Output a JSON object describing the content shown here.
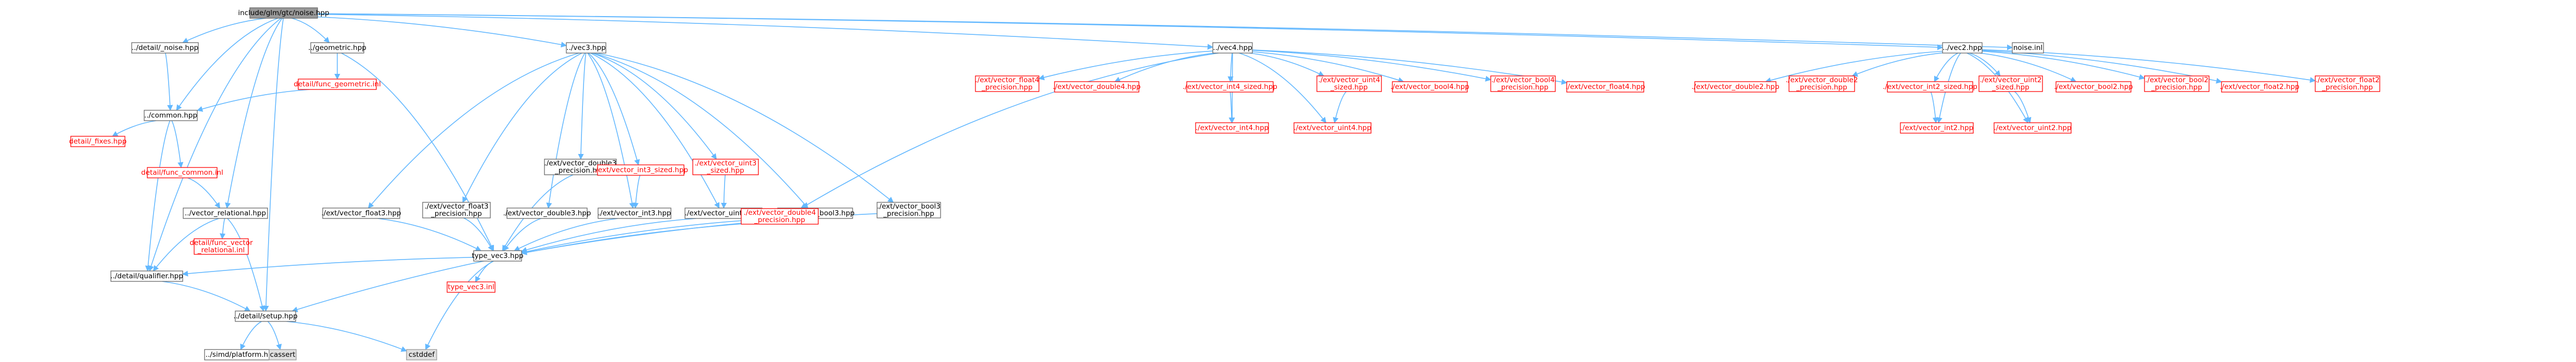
{
  "diagram": {
    "nodes": [
      {
        "id": "root",
        "lines": [
          "include/glm/gtc/noise.hpp"
        ],
        "style": "root"
      },
      {
        "id": "func_noise",
        "lines": [
          "../detail/_noise.hpp"
        ],
        "style": "normal"
      },
      {
        "id": "geometric",
        "lines": [
          "../geometric.hpp"
        ],
        "style": "normal"
      },
      {
        "id": "func_geometric",
        "lines": [
          "detail/func_geometric.inl"
        ],
        "style": "missing"
      },
      {
        "id": "common",
        "lines": [
          "../common.hpp"
        ],
        "style": "normal"
      },
      {
        "id": "fixes",
        "lines": [
          "detail/_fixes.hpp"
        ],
        "style": "missing"
      },
      {
        "id": "func_common",
        "lines": [
          "detail/func_common.inl"
        ],
        "style": "missing"
      },
      {
        "id": "vec_rel",
        "lines": [
          "../vector_relational.hpp"
        ],
        "style": "normal"
      },
      {
        "id": "func_vec_rel",
        "lines": [
          "detail/func_vector",
          "_relational.inl"
        ],
        "style": "missing"
      },
      {
        "id": "qualifier",
        "lines": [
          "../detail/qualifier.hpp"
        ],
        "style": "normal"
      },
      {
        "id": "setup",
        "lines": [
          "../detail/setup.hpp"
        ],
        "style": "normal"
      },
      {
        "id": "platform",
        "lines": [
          "../simd/platform.h"
        ],
        "style": "normal"
      },
      {
        "id": "cassert",
        "lines": [
          "cassert"
        ],
        "style": "gray"
      },
      {
        "id": "cstddef",
        "lines": [
          "cstddef"
        ],
        "style": "gray"
      },
      {
        "id": "vec3",
        "lines": [
          "../vec3.hpp"
        ],
        "style": "normal"
      },
      {
        "id": "float3",
        "lines": [
          "./ext/vector_float3.hpp"
        ],
        "style": "normal"
      },
      {
        "id": "float3p",
        "lines": [
          "./ext/vector_float3",
          "_precision.hpp"
        ],
        "style": "normal"
      },
      {
        "id": "double3p",
        "lines": [
          "./ext/vector_double3",
          "_precision.hpp"
        ],
        "style": "normal"
      },
      {
        "id": "double3",
        "lines": [
          "./ext/vector_double3.hpp"
        ],
        "style": "normal"
      },
      {
        "id": "int3s",
        "lines": [
          "./ext/vector_int3_sized.hpp"
        ],
        "style": "missing"
      },
      {
        "id": "int3",
        "lines": [
          "./ext/vector_int3.hpp"
        ],
        "style": "normal"
      },
      {
        "id": "uint3s",
        "lines": [
          "./ext/vector_uint3",
          "_sized.hpp"
        ],
        "style": "missing"
      },
      {
        "id": "uint3",
        "lines": [
          "./ext/vector_uint3.hpp"
        ],
        "style": "normal"
      },
      {
        "id": "bool3",
        "lines": [
          "./ext/vector_bool3.hpp"
        ],
        "style": "normal"
      },
      {
        "id": "bool3p",
        "lines": [
          "./ext/vector_bool3",
          "_precision.hpp"
        ],
        "style": "normal"
      },
      {
        "id": "type_vec3",
        "lines": [
          "type_vec3.hpp"
        ],
        "style": "normal"
      },
      {
        "id": "type_vec3_inl",
        "lines": [
          "type_vec3.inl"
        ],
        "style": "missing"
      },
      {
        "id": "vec4",
        "lines": [
          "../vec4.hpp"
        ],
        "style": "normal"
      },
      {
        "id": "float4p",
        "lines": [
          "./ext/vector_float4",
          "_precision.hpp"
        ],
        "style": "missing"
      },
      {
        "id": "double4",
        "lines": [
          "./ext/vector_double4.hpp"
        ],
        "style": "missing"
      },
      {
        "id": "int4s",
        "lines": [
          "./ext/vector_int4_sized.hpp"
        ],
        "style": "missing"
      },
      {
        "id": "uint4s",
        "lines": [
          "./ext/vector_uint4",
          "_sized.hpp"
        ],
        "style": "missing"
      },
      {
        "id": "bool4",
        "lines": [
          "./ext/vector_bool4.hpp"
        ],
        "style": "missing"
      },
      {
        "id": "bool4p",
        "lines": [
          "./ext/vector_bool4",
          "_precision.hpp"
        ],
        "style": "missing"
      },
      {
        "id": "float4",
        "lines": [
          "./ext/vector_float4.hpp"
        ],
        "style": "missing"
      },
      {
        "id": "int4",
        "lines": [
          "./ext/vector_int4.hpp"
        ],
        "style": "missing"
      },
      {
        "id": "uint4",
        "lines": [
          "./ext/vector_uint4.hpp"
        ],
        "style": "missing"
      },
      {
        "id": "double4p",
        "lines": [
          "./ext/vector_double4",
          "_precision.hpp"
        ],
        "style": "missing"
      },
      {
        "id": "vec2",
        "lines": [
          "../vec2.hpp"
        ],
        "style": "normal"
      },
      {
        "id": "noise_inl",
        "lines": [
          "noise.inl"
        ],
        "style": "normal"
      },
      {
        "id": "double2",
        "lines": [
          "./ext/vector_double2.hpp"
        ],
        "style": "missing"
      },
      {
        "id": "double2p",
        "lines": [
          "./ext/vector_double2",
          "_precision.hpp"
        ],
        "style": "missing"
      },
      {
        "id": "int2s",
        "lines": [
          "./ext/vector_int2_sized.hpp"
        ],
        "style": "missing"
      },
      {
        "id": "uint2s",
        "lines": [
          "./ext/vector_uint2",
          "_sized.hpp"
        ],
        "style": "missing"
      },
      {
        "id": "bool2",
        "lines": [
          "./ext/vector_bool2.hpp"
        ],
        "style": "missing"
      },
      {
        "id": "bool2p",
        "lines": [
          "./ext/vector_bool2",
          "_precision.hpp"
        ],
        "style": "missing"
      },
      {
        "id": "float2",
        "lines": [
          "./ext/vector_float2.hpp"
        ],
        "style": "missing"
      },
      {
        "id": "float2p",
        "lines": [
          "./ext/vector_float2",
          "_precision.hpp"
        ],
        "style": "missing"
      },
      {
        "id": "int2",
        "lines": [
          "./ext/vector_int2.hpp"
        ],
        "style": "missing"
      },
      {
        "id": "uint2",
        "lines": [
          "./ext/vector_uint2.hpp"
        ],
        "style": "missing"
      }
    ],
    "edges": [
      [
        "root",
        "func_noise"
      ],
      [
        "root",
        "geometric"
      ],
      [
        "root",
        "common"
      ],
      [
        "root",
        "qualifier"
      ],
      [
        "root",
        "setup"
      ],
      [
        "root",
        "vec3"
      ],
      [
        "root",
        "vec4"
      ],
      [
        "root",
        "vec2"
      ],
      [
        "root",
        "noise_inl"
      ],
      [
        "root",
        "vec_rel"
      ],
      [
        "func_noise",
        "common"
      ],
      [
        "geometric",
        "func_geometric"
      ],
      [
        "geometric",
        "type_vec3"
      ],
      [
        "func_geometric",
        "common"
      ],
      [
        "common",
        "fixes"
      ],
      [
        "common",
        "func_common"
      ],
      [
        "common",
        "qualifier"
      ],
      [
        "func_common",
        "vec_rel"
      ],
      [
        "vec_rel",
        "func_vec_rel"
      ],
      [
        "vec_rel",
        "qualifier"
      ],
      [
        "vec_rel",
        "setup"
      ],
      [
        "qualifier",
        "setup"
      ],
      [
        "setup",
        "platform"
      ],
      [
        "setup",
        "cassert"
      ],
      [
        "setup",
        "cstddef"
      ],
      [
        "vec3",
        "float3"
      ],
      [
        "vec3",
        "float3p"
      ],
      [
        "vec3",
        "double3p"
      ],
      [
        "vec3",
        "double3"
      ],
      [
        "vec3",
        "int3s"
      ],
      [
        "vec3",
        "int3"
      ],
      [
        "vec3",
        "uint3s"
      ],
      [
        "vec3",
        "uint3"
      ],
      [
        "vec3",
        "bool3"
      ],
      [
        "vec3",
        "bool3p"
      ],
      [
        "float3",
        "type_vec3"
      ],
      [
        "float3p",
        "type_vec3"
      ],
      [
        "double3p",
        "type_vec3"
      ],
      [
        "double3",
        "type_vec3"
      ],
      [
        "int3s",
        "int3"
      ],
      [
        "int3",
        "type_vec3"
      ],
      [
        "uint3s",
        "uint3"
      ],
      [
        "uint3",
        "type_vec3"
      ],
      [
        "bool3",
        "type_vec3"
      ],
      [
        "bool3p",
        "type_vec3"
      ],
      [
        "type_vec3",
        "qualifier"
      ],
      [
        "type_vec3",
        "type_vec3_inl"
      ],
      [
        "type_vec3",
        "cstddef"
      ],
      [
        "vec4",
        "float4p"
      ],
      [
        "vec4",
        "double4"
      ],
      [
        "vec4",
        "int4s"
      ],
      [
        "vec4",
        "uint4s"
      ],
      [
        "vec4",
        "bool4"
      ],
      [
        "vec4",
        "bool4p"
      ],
      [
        "vec4",
        "float4"
      ],
      [
        "vec4",
        "int4"
      ],
      [
        "vec4",
        "uint4"
      ],
      [
        "vec4",
        "double4p"
      ],
      [
        "int4s",
        "int4"
      ],
      [
        "uint4s",
        "uint4"
      ],
      [
        "double4p",
        "setup"
      ],
      [
        "vec2",
        "double2"
      ],
      [
        "vec2",
        "double2p"
      ],
      [
        "vec2",
        "int2s"
      ],
      [
        "vec2",
        "uint2s"
      ],
      [
        "vec2",
        "bool2"
      ],
      [
        "vec2",
        "bool2p"
      ],
      [
        "vec2",
        "float2"
      ],
      [
        "vec2",
        "float2p"
      ],
      [
        "vec2",
        "int2"
      ],
      [
        "vec2",
        "uint2"
      ],
      [
        "int2s",
        "int2"
      ],
      [
        "uint2s",
        "uint2"
      ]
    ]
  }
}
